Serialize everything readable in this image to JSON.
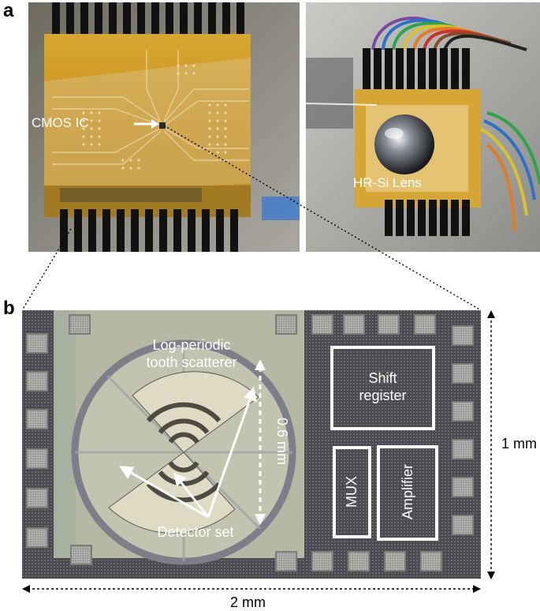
{
  "panels": {
    "a": "a",
    "b": "b"
  },
  "photo_left": {
    "label": "CMOS IC"
  },
  "photo_right": {
    "label": "HR-Si Lens"
  },
  "chip": {
    "antenna_label": "Log-periodic\ntooth scatterer",
    "antenna_line1": "Log-periodic",
    "antenna_line2": "tooth scatterer",
    "diameter_label": "0.6 mm",
    "detector_label": "Detector set",
    "blocks": {
      "shift_register_line1": "Shift",
      "shift_register_line2": "register",
      "mux": "MUX",
      "amplifier": "Amplifier"
    }
  },
  "dimensions": {
    "width": "2 mm",
    "height": "1 mm"
  },
  "colors": {
    "kapton": "#c79a2a",
    "pcb_bg": "#8a7a5a",
    "die_light": "#b9b9a6",
    "die_dark": "#3a3a40",
    "ring": "#7c7f8a",
    "outline": "#ffffff"
  }
}
